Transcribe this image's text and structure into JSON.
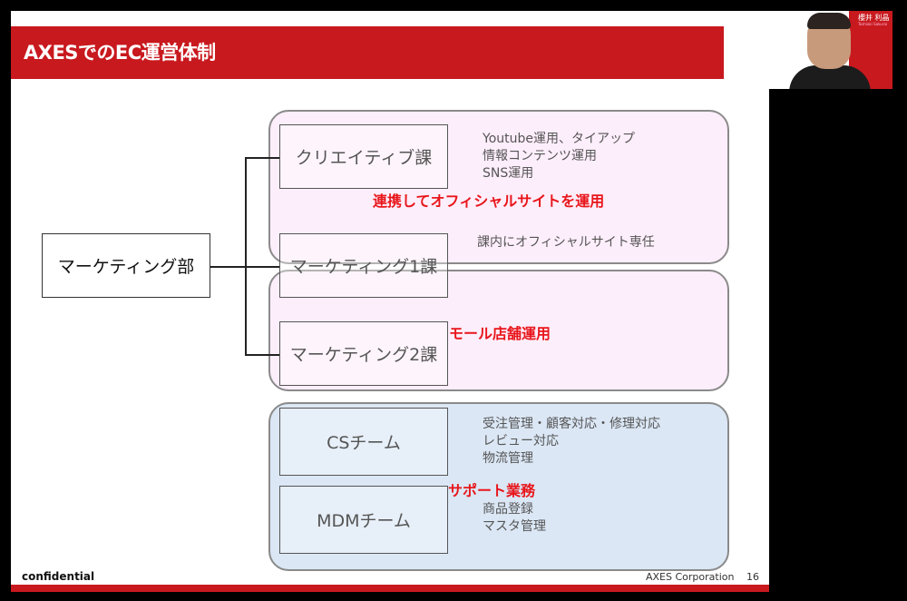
{
  "slide": {
    "title": "AXESでのEC運営体制",
    "root_unit": "マーケティング部",
    "groups": [
      {
        "label": "連携してオフィシャルサイトを運用",
        "units": [
          {
            "name": "クリエイティブ課",
            "desc": [
              "Youtube運用、タイアップ",
              "情報コンテンツ運用",
              "SNS運用"
            ]
          },
          {
            "name": "マーケティング1課",
            "desc": [
              "課内にオフィシャルサイト専任"
            ]
          }
        ]
      },
      {
        "label": "モール店舗運用",
        "units": [
          {
            "name": "マーケティング2課",
            "desc": []
          }
        ]
      },
      {
        "label": "サポート業務",
        "units": [
          {
            "name": "CSチーム",
            "desc": [
              "受注管理・顧客対応・修理対応",
              "レビュー対応",
              "物流管理"
            ]
          },
          {
            "name": "MDMチーム",
            "desc": [
              "商品登録",
              "マスタ管理"
            ]
          }
        ]
      }
    ],
    "footer": {
      "left": "confidential",
      "right": "AXES Corporation",
      "page": "16"
    },
    "colors": {
      "accent": "#c8191e",
      "pink_box": "#fdeefb",
      "blue_box": "#dbe7f5",
      "label_red": "#e8161b"
    }
  },
  "video": {
    "presenter_name": "櫻井 利晶",
    "presenter_sub": "Toshiaki Sakurai"
  }
}
